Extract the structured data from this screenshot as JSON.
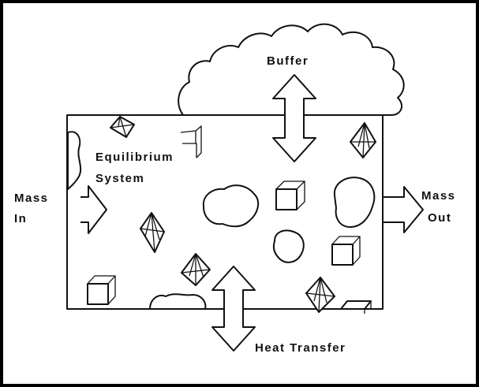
{
  "diagram": {
    "labels": {
      "buffer": "Buffer",
      "equilibrium_line1": "Equilibrium",
      "equilibrium_line2": "System",
      "mass_in_line1": "Mass",
      "mass_in_line2": "In",
      "mass_out_line1": "Mass",
      "mass_out_line2": "Out",
      "heat_transfer": "Heat Transfer"
    }
  }
}
